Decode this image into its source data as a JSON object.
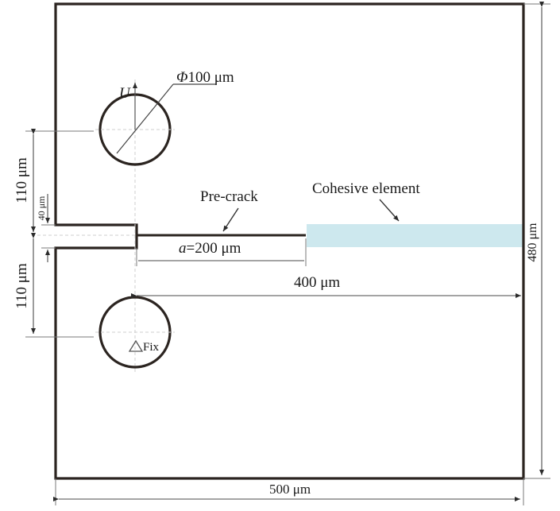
{
  "figure": {
    "type": "compact tension specimen schematic",
    "labels": {
      "diameter": "Φ100 μm",
      "diameter_symbol": "Φ",
      "diameter_value": "100 μm",
      "load": "U",
      "precrack": "Pre-crack",
      "crack_length_var": "a",
      "crack_length_value": "=200 μm",
      "cohesive": "Cohesive element",
      "ligament": "400 μm",
      "height": "480 μm",
      "width": "500 μm",
      "upper_offset": "110 μm",
      "lower_offset": "110 μm",
      "notch_width": "40 μm",
      "fix": "Fix"
    },
    "colors": {
      "outline": "#2b2420",
      "cohesive_fill": "#cde8ee",
      "dimension": "#4a4a4a"
    }
  }
}
